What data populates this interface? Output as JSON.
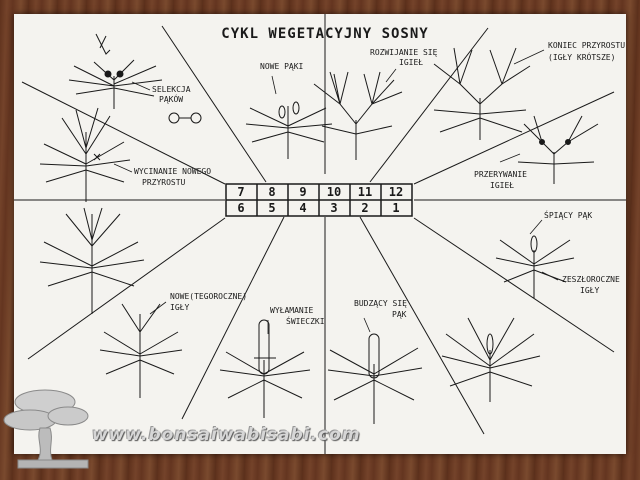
{
  "title": "CYKL WEGETACYJNY SOSNY",
  "months_top": [
    "7",
    "8",
    "9",
    "10",
    "11",
    "12"
  ],
  "months_bottom": [
    "6",
    "5",
    "4",
    "3",
    "2",
    "1"
  ],
  "labels": {
    "selekcja": [
      "SELEKCJA",
      "PĄKÓW"
    ],
    "nowe_paki": [
      "NOWE PĄKI"
    ],
    "rozwijanie": [
      "ROZWIJANIE SIĘ",
      "IGIEŁ"
    ],
    "koniec": [
      "KONIEC PRZYROSTU",
      "(IGŁY KRÓTSZE)"
    ],
    "wycinanie": [
      "WYCINANIE NOWEGO",
      "PRZYROSTU"
    ],
    "przerywanie": [
      "PRZERYWANIE",
      "IGIEŁ"
    ],
    "spiacy": [
      "ŚPIĄCY PĄK"
    ],
    "zeszloroczne": [
      "ZESZŁOROCZNE",
      "IGŁY"
    ],
    "nowe_igly": [
      "NOWE(TEGOROCZNE)",
      "IGŁY"
    ],
    "wykamanie": [
      "WYŁAMANIE",
      "ŚWIECZKI"
    ],
    "budzacy": [
      "BUDZĄCY SIĘ",
      "PĄK"
    ]
  },
  "watermark": "www.bonsaiwabisabi.com",
  "colors": {
    "paper": "#f4f3ef",
    "ink": "#1a1a1a",
    "wood": "#6b3a22"
  }
}
